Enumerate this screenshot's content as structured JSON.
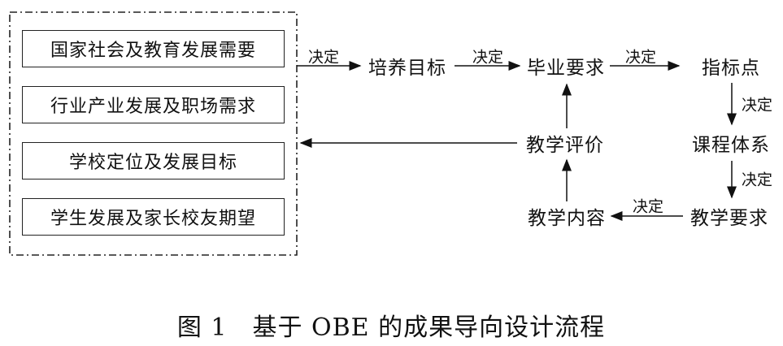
{
  "container": {
    "items": [
      "国家社会及教育发展需要",
      "行业产业发展及职场需求",
      "学校定位及发展目标",
      "学生发展及家长校友期望"
    ]
  },
  "nodes": {
    "training_goal": "培养目标",
    "grad_req": "毕业要求",
    "indicator": "指标点",
    "curriculum": "课程体系",
    "teaching_req": "教学要求",
    "teaching_content": "教学内容",
    "teaching_eval": "教学评价"
  },
  "edges": {
    "decide_1": "决定",
    "decide_2": "决定",
    "decide_3": "决定",
    "decide_4": "决定",
    "decide_5": "决定",
    "decide_6": "决定"
  },
  "caption": "图 1　基于 OBE 的成果导向设计流程"
}
